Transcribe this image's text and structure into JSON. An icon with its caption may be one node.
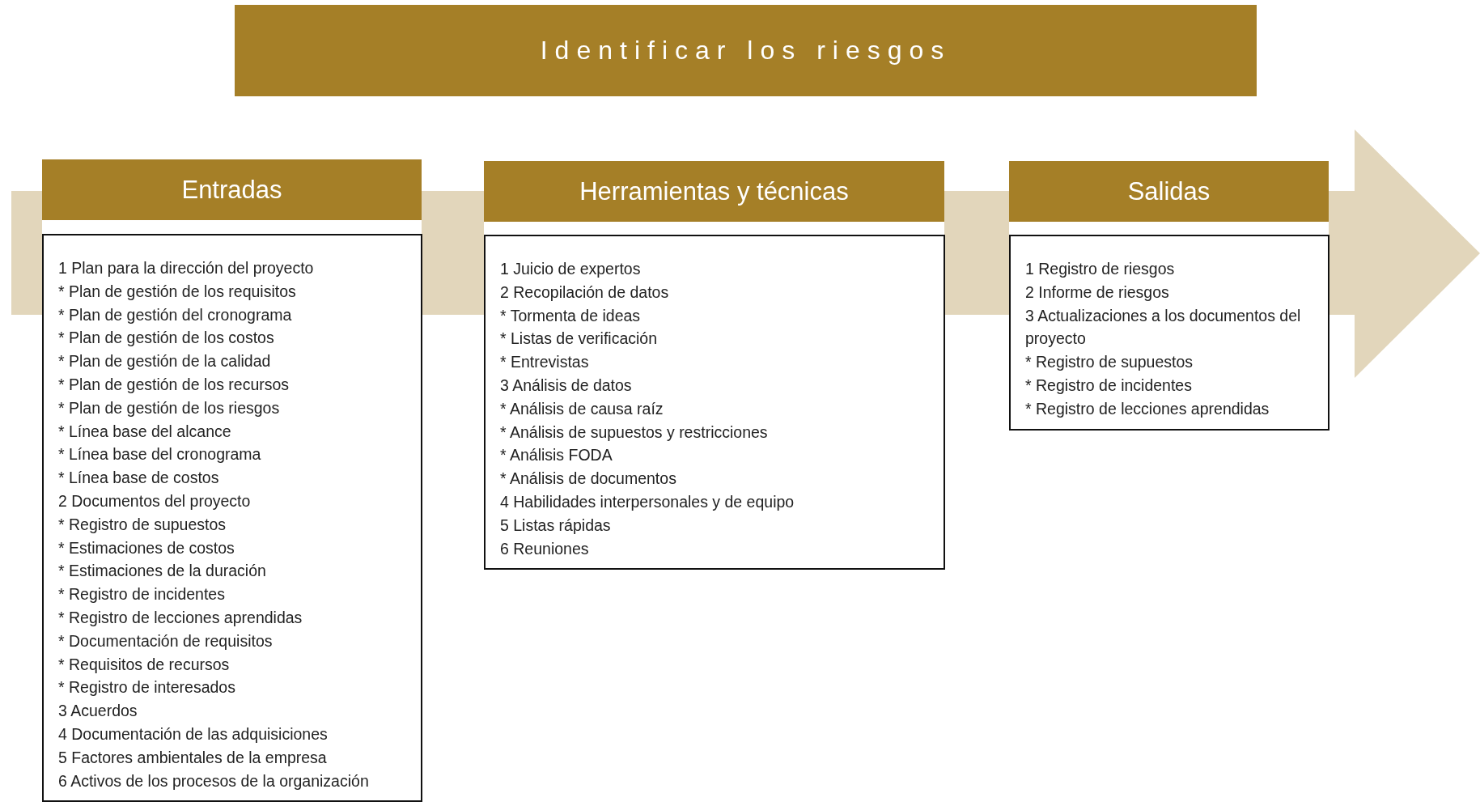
{
  "diagram": {
    "title": "Identificar los riesgos",
    "nodes": [
      {
        "text": [
          "Entradas"
        ]
      },
      {
        "text": [
          "1 Plan para la dirección del proyecto",
          "* Plan de gestión de los requisitos",
          "* Plan de gestión del cronograma",
          "* Plan de gestión de los costos",
          "* Plan de gestión de la calidad",
          "* Plan de gestión de los recursos",
          "* Plan de gestión de los riesgos",
          "* Línea base del alcance",
          "* Línea base del cronograma",
          "* Línea base de costos",
          "2 Documentos del proyecto",
          "* Registro de supuestos",
          "* Estimaciones de costos",
          "* Estimaciones de la duración",
          "* Registro de incidentes",
          "* Registro de lecciones aprendidas",
          "* Documentación de requisitos",
          "* Requisitos de recursos",
          "* Registro de interesados",
          "3 Acuerdos",
          "4 Documentación de las adquisiciones",
          "5 Factores ambientales de la empresa",
          "6 Activos de los procesos de la organización"
        ]
      },
      {
        "text": [
          "Herramientas y técnicas"
        ]
      },
      {
        "text": [
          "1 Juicio de expertos",
          "2 Recopilación de datos",
          "* Tormenta de ideas",
          "* Listas de verificación",
          "* Entrevistas",
          "3 Análisis de datos",
          "* Análisis de causa raíz",
          "* Análisis de supuestos y restricciones",
          "* Análisis FODA",
          "* Análisis de documentos",
          "4 Habilidades interpersonales y de equipo",
          "5 Listas rápidas",
          "6 Reuniones"
        ]
      },
      {
        "text": [
          "Salidas"
        ]
      },
      {
        "text": [
          "1 Registro de riesgos",
          "2 Informe de riesgos",
          "3 Actualizaciones a los documentos del proyecto",
          "* Registro de supuestos",
          "* Registro de incidentes",
          "* Registro de lecciones aprendidas"
        ]
      }
    ],
    "edges": [
      {
        "from": null,
        "to": 0,
        "arrow": "none"
      },
      {
        "from": 0,
        "to": 2,
        "arrow": "none"
      },
      {
        "from": 2,
        "to": 4,
        "arrow": "none"
      },
      {
        "from": 4,
        "to": null,
        "arrow": "to"
      }
    ]
  }
}
